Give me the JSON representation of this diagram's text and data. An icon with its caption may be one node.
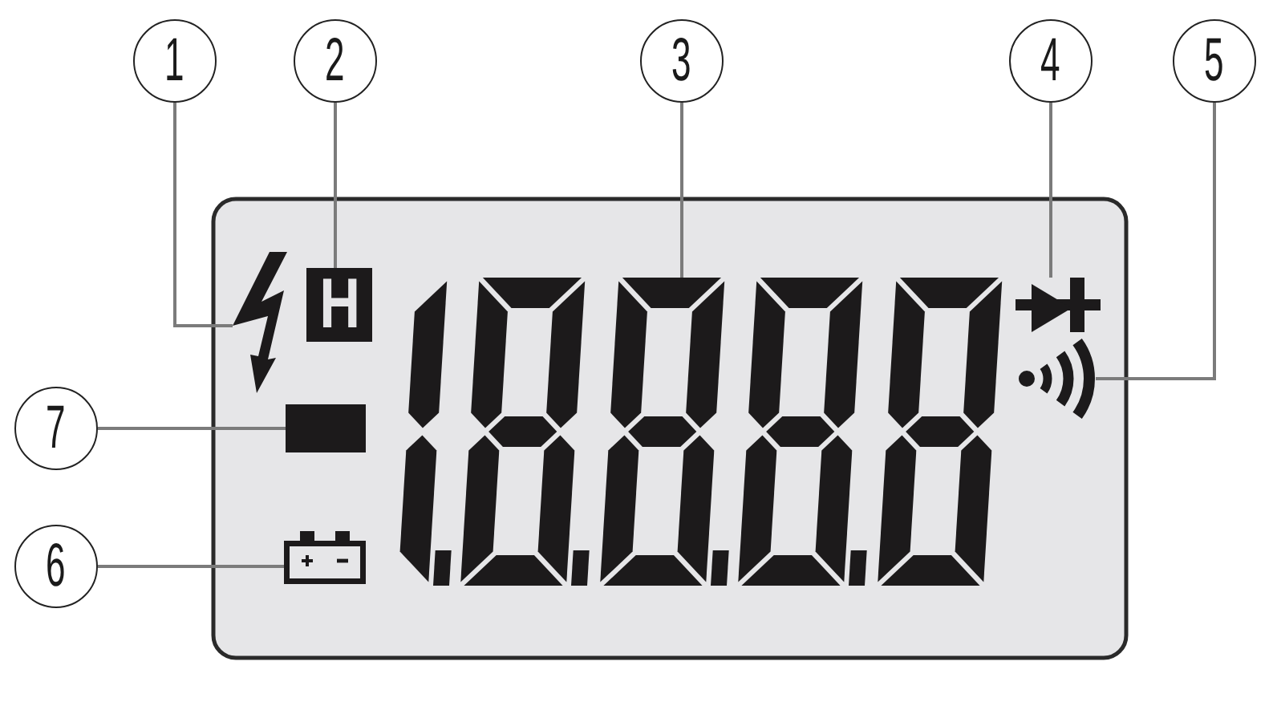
{
  "diagram": {
    "nodes": [
      {
        "text": [
          "1"
        ]
      },
      {
        "text": [
          "2"
        ]
      },
      {
        "text": [
          "3"
        ]
      },
      {
        "text": [
          "4"
        ]
      },
      {
        "text": [
          "5"
        ]
      },
      {
        "text": [
          "7"
        ]
      },
      {
        "text": [
          "6"
        ]
      },
      {
        "text": [],
        "shape": "picture"
      },
      {
        "text": [
          "H"
        ]
      },
      {
        "text": [],
        "shape": "picture"
      },
      {
        "text": [],
        "shape": "picture"
      },
      {
        "text": [],
        "shape": "picture"
      },
      {
        "text": [],
        "shape": "bar"
      },
      {
        "text": [],
        "shape": "picture"
      }
    ],
    "edges": [
      {
        "from": 0,
        "to": 7,
        "arrow": "none"
      },
      {
        "from": 1,
        "to": 8,
        "arrow": "none"
      },
      {
        "from": 2,
        "to": 9,
        "arrow": "none"
      },
      {
        "from": 3,
        "to": 10,
        "arrow": "none"
      },
      {
        "from": 4,
        "to": 11,
        "arrow": "none"
      },
      {
        "from": 5,
        "to": 12,
        "arrow": "none"
      },
      {
        "from": 6,
        "to": 13,
        "arrow": "none"
      }
    ]
  }
}
